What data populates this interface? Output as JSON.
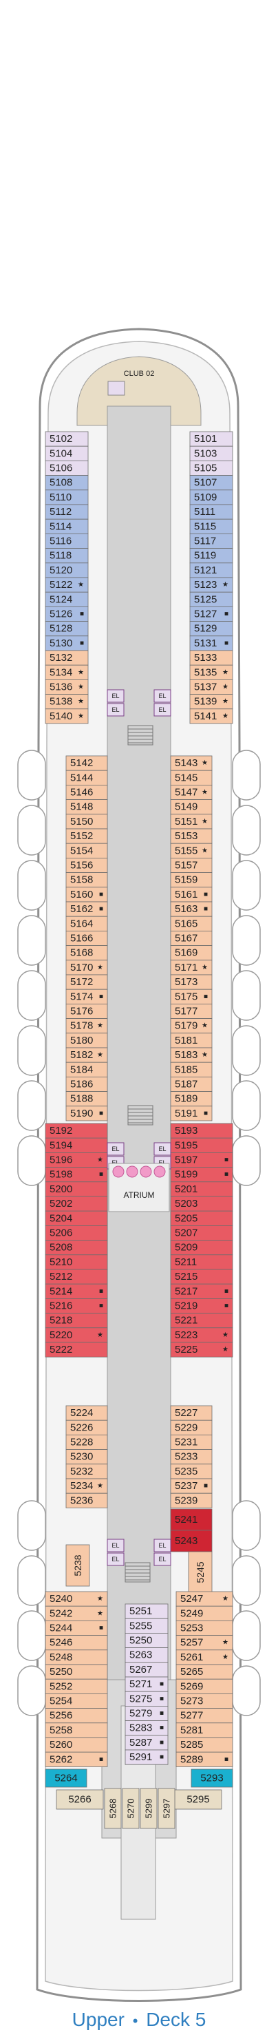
{
  "caption": {
    "left": "Upper",
    "dot": "•",
    "right": "Deck 5"
  },
  "labels": {
    "club": "CLUB 02",
    "atrium": "ATRIUM",
    "elevator": "EL"
  },
  "legend_symbols": {
    "star": "★",
    "square": "■"
  },
  "colors": {
    "blue": "#a9bde3",
    "lavender": "#e7dcef",
    "salmon": "#f7c9a8",
    "red": "#e85a63",
    "crimson": "#cf2533",
    "cyan": "#1ab0cf",
    "teal": "#27b1c4",
    "tan": "#e8ddc6",
    "caption_blue": "#2f7fc0"
  },
  "cabins": {
    "bow_left": [
      {
        "n": "5102",
        "c": "lavender",
        "m": ""
      },
      {
        "n": "5104",
        "c": "lavender",
        "m": ""
      },
      {
        "n": "5106",
        "c": "lavender",
        "m": ""
      },
      {
        "n": "5108",
        "c": "blue",
        "m": ""
      },
      {
        "n": "5110",
        "c": "blue",
        "m": ""
      },
      {
        "n": "5112",
        "c": "blue",
        "m": ""
      },
      {
        "n": "5114",
        "c": "blue",
        "m": ""
      },
      {
        "n": "5116",
        "c": "blue",
        "m": ""
      },
      {
        "n": "5118",
        "c": "blue",
        "m": ""
      },
      {
        "n": "5120",
        "c": "blue",
        "m": ""
      },
      {
        "n": "5122",
        "c": "blue",
        "m": "star"
      },
      {
        "n": "5124",
        "c": "blue",
        "m": ""
      },
      {
        "n": "5126",
        "c": "blue",
        "m": "square"
      },
      {
        "n": "5128",
        "c": "blue",
        "m": ""
      },
      {
        "n": "5130",
        "c": "blue",
        "m": "square"
      },
      {
        "n": "5132",
        "c": "salmon",
        "m": ""
      },
      {
        "n": "5134",
        "c": "salmon",
        "m": "star"
      },
      {
        "n": "5136",
        "c": "salmon",
        "m": "star"
      },
      {
        "n": "5138",
        "c": "salmon",
        "m": "star"
      },
      {
        "n": "5140",
        "c": "salmon",
        "m": "star"
      }
    ],
    "bow_right": [
      {
        "n": "5101",
        "c": "lavender",
        "m": ""
      },
      {
        "n": "5103",
        "c": "lavender",
        "m": ""
      },
      {
        "n": "5105",
        "c": "lavender",
        "m": ""
      },
      {
        "n": "5107",
        "c": "blue",
        "m": ""
      },
      {
        "n": "5109",
        "c": "blue",
        "m": ""
      },
      {
        "n": "5111",
        "c": "blue",
        "m": ""
      },
      {
        "n": "5115",
        "c": "blue",
        "m": ""
      },
      {
        "n": "5117",
        "c": "blue",
        "m": ""
      },
      {
        "n": "5119",
        "c": "blue",
        "m": ""
      },
      {
        "n": "5121",
        "c": "blue",
        "m": ""
      },
      {
        "n": "5123",
        "c": "blue",
        "m": "star"
      },
      {
        "n": "5125",
        "c": "blue",
        "m": ""
      },
      {
        "n": "5127",
        "c": "blue",
        "m": "square"
      },
      {
        "n": "5129",
        "c": "blue",
        "m": ""
      },
      {
        "n": "5131",
        "c": "blue",
        "m": "square"
      },
      {
        "n": "5133",
        "c": "salmon",
        "m": ""
      },
      {
        "n": "5135",
        "c": "salmon",
        "m": "star"
      },
      {
        "n": "5137",
        "c": "salmon",
        "m": "star"
      },
      {
        "n": "5139",
        "c": "salmon",
        "m": "star"
      },
      {
        "n": "5141",
        "c": "salmon",
        "m": "star"
      }
    ],
    "fwd_left": [
      {
        "n": "5142",
        "c": "salmon",
        "m": ""
      },
      {
        "n": "5144",
        "c": "salmon",
        "m": ""
      },
      {
        "n": "5146",
        "c": "salmon",
        "m": ""
      },
      {
        "n": "5148",
        "c": "salmon",
        "m": ""
      },
      {
        "n": "5150",
        "c": "salmon",
        "m": ""
      },
      {
        "n": "5152",
        "c": "salmon",
        "m": ""
      },
      {
        "n": "5154",
        "c": "salmon",
        "m": ""
      },
      {
        "n": "5156",
        "c": "salmon",
        "m": ""
      },
      {
        "n": "5158",
        "c": "salmon",
        "m": ""
      },
      {
        "n": "5160",
        "c": "salmon",
        "m": "square"
      },
      {
        "n": "5162",
        "c": "salmon",
        "m": "square"
      },
      {
        "n": "5164",
        "c": "salmon",
        "m": ""
      },
      {
        "n": "5166",
        "c": "salmon",
        "m": ""
      },
      {
        "n": "5168",
        "c": "salmon",
        "m": ""
      },
      {
        "n": "5170",
        "c": "salmon",
        "m": "star"
      },
      {
        "n": "5172",
        "c": "salmon",
        "m": ""
      },
      {
        "n": "5174",
        "c": "salmon",
        "m": "square"
      },
      {
        "n": "5176",
        "c": "salmon",
        "m": ""
      },
      {
        "n": "5178",
        "c": "salmon",
        "m": "star"
      },
      {
        "n": "5180",
        "c": "salmon",
        "m": ""
      },
      {
        "n": "5182",
        "c": "salmon",
        "m": "star"
      },
      {
        "n": "5184",
        "c": "salmon",
        "m": ""
      },
      {
        "n": "5186",
        "c": "salmon",
        "m": ""
      },
      {
        "n": "5188",
        "c": "salmon",
        "m": ""
      },
      {
        "n": "5190",
        "c": "salmon",
        "m": "square"
      }
    ],
    "fwd_right": [
      {
        "n": "5143",
        "c": "salmon",
        "m": "star"
      },
      {
        "n": "5145",
        "c": "salmon",
        "m": ""
      },
      {
        "n": "5147",
        "c": "salmon",
        "m": "star"
      },
      {
        "n": "5149",
        "c": "salmon",
        "m": ""
      },
      {
        "n": "5151",
        "c": "salmon",
        "m": "star"
      },
      {
        "n": "5153",
        "c": "salmon",
        "m": ""
      },
      {
        "n": "5155",
        "c": "salmon",
        "m": "star"
      },
      {
        "n": "5157",
        "c": "salmon",
        "m": ""
      },
      {
        "n": "5159",
        "c": "salmon",
        "m": ""
      },
      {
        "n": "5161",
        "c": "salmon",
        "m": "square"
      },
      {
        "n": "5163",
        "c": "salmon",
        "m": "square"
      },
      {
        "n": "5165",
        "c": "salmon",
        "m": ""
      },
      {
        "n": "5167",
        "c": "salmon",
        "m": ""
      },
      {
        "n": "5169",
        "c": "salmon",
        "m": ""
      },
      {
        "n": "5171",
        "c": "salmon",
        "m": "star"
      },
      {
        "n": "5173",
        "c": "salmon",
        "m": ""
      },
      {
        "n": "5175",
        "c": "salmon",
        "m": "square"
      },
      {
        "n": "5177",
        "c": "salmon",
        "m": ""
      },
      {
        "n": "5179",
        "c": "salmon",
        "m": "star"
      },
      {
        "n": "5181",
        "c": "salmon",
        "m": ""
      },
      {
        "n": "5183",
        "c": "salmon",
        "m": "star"
      },
      {
        "n": "5185",
        "c": "salmon",
        "m": ""
      },
      {
        "n": "5187",
        "c": "salmon",
        "m": ""
      },
      {
        "n": "5189",
        "c": "salmon",
        "m": ""
      },
      {
        "n": "5191",
        "c": "salmon",
        "m": "square"
      }
    ],
    "mid_left": [
      {
        "n": "5192",
        "c": "red",
        "m": ""
      },
      {
        "n": "5194",
        "c": "red",
        "m": ""
      },
      {
        "n": "5196",
        "c": "red",
        "m": "star"
      },
      {
        "n": "5198",
        "c": "red",
        "m": "square"
      },
      {
        "n": "5200",
        "c": "red",
        "m": ""
      },
      {
        "n": "5202",
        "c": "red",
        "m": ""
      },
      {
        "n": "5204",
        "c": "red",
        "m": ""
      },
      {
        "n": "5206",
        "c": "red",
        "m": ""
      },
      {
        "n": "5208",
        "c": "red",
        "m": ""
      },
      {
        "n": "5210",
        "c": "red",
        "m": ""
      },
      {
        "n": "5212",
        "c": "red",
        "m": ""
      },
      {
        "n": "5214",
        "c": "red",
        "m": "square"
      },
      {
        "n": "5216",
        "c": "red",
        "m": "square"
      },
      {
        "n": "5218",
        "c": "red",
        "m": ""
      },
      {
        "n": "5220",
        "c": "red",
        "m": "star"
      },
      {
        "n": "5222",
        "c": "red",
        "m": ""
      }
    ],
    "mid_right": [
      {
        "n": "5193",
        "c": "red",
        "m": ""
      },
      {
        "n": "5195",
        "c": "red",
        "m": ""
      },
      {
        "n": "5197",
        "c": "red",
        "m": "square"
      },
      {
        "n": "5199",
        "c": "red",
        "m": "square"
      },
      {
        "n": "5201",
        "c": "red",
        "m": ""
      },
      {
        "n": "5203",
        "c": "red",
        "m": ""
      },
      {
        "n": "5205",
        "c": "red",
        "m": ""
      },
      {
        "n": "5207",
        "c": "red",
        "m": ""
      },
      {
        "n": "5209",
        "c": "red",
        "m": ""
      },
      {
        "n": "5211",
        "c": "red",
        "m": ""
      },
      {
        "n": "5215",
        "c": "red",
        "m": ""
      },
      {
        "n": "5217",
        "c": "red",
        "m": "square"
      },
      {
        "n": "5219",
        "c": "red",
        "m": "square"
      },
      {
        "n": "5221",
        "c": "red",
        "m": ""
      },
      {
        "n": "5223",
        "c": "red",
        "m": "star"
      },
      {
        "n": "5225",
        "c": "red",
        "m": "star"
      }
    ],
    "aft1_left": [
      {
        "n": "5224",
        "c": "salmon",
        "m": ""
      },
      {
        "n": "5226",
        "c": "salmon",
        "m": ""
      },
      {
        "n": "5228",
        "c": "salmon",
        "m": ""
      },
      {
        "n": "5230",
        "c": "salmon",
        "m": ""
      },
      {
        "n": "5232",
        "c": "salmon",
        "m": ""
      },
      {
        "n": "5234",
        "c": "salmon",
        "m": "star"
      },
      {
        "n": "5236",
        "c": "salmon",
        "m": ""
      }
    ],
    "aft1_right": [
      {
        "n": "5227",
        "c": "salmon",
        "m": ""
      },
      {
        "n": "5229",
        "c": "salmon",
        "m": ""
      },
      {
        "n": "5231",
        "c": "salmon",
        "m": ""
      },
      {
        "n": "5233",
        "c": "salmon",
        "m": ""
      },
      {
        "n": "5235",
        "c": "salmon",
        "m": ""
      },
      {
        "n": "5237",
        "c": "salmon",
        "m": "square"
      },
      {
        "n": "5239",
        "c": "salmon",
        "m": ""
      }
    ],
    "crimson_right": [
      {
        "n": "5241",
        "c": "crimson",
        "m": ""
      },
      {
        "n": "5243",
        "c": "crimson",
        "m": ""
      }
    ],
    "vertical_mid": [
      {
        "n": "5238",
        "c": "salmon"
      },
      {
        "n": "5245",
        "c": "salmon"
      }
    ],
    "aft2_left": [
      {
        "n": "5240",
        "c": "salmon",
        "m": "star"
      },
      {
        "n": "5242",
        "c": "salmon",
        "m": "star"
      },
      {
        "n": "5244",
        "c": "salmon",
        "m": "square"
      },
      {
        "n": "5246",
        "c": "salmon",
        "m": ""
      },
      {
        "n": "5248",
        "c": "salmon",
        "m": ""
      },
      {
        "n": "5250",
        "c": "salmon",
        "m": ""
      },
      {
        "n": "5252",
        "c": "salmon",
        "m": ""
      },
      {
        "n": "5254",
        "c": "salmon",
        "m": ""
      },
      {
        "n": "5256",
        "c": "salmon",
        "m": ""
      },
      {
        "n": "5258",
        "c": "salmon",
        "m": ""
      },
      {
        "n": "5260",
        "c": "salmon",
        "m": ""
      },
      {
        "n": "5262",
        "c": "salmon",
        "m": "square"
      }
    ],
    "aft2_right": [
      {
        "n": "5247",
        "c": "salmon",
        "m": "star"
      },
      {
        "n": "5249",
        "c": "salmon",
        "m": ""
      },
      {
        "n": "5253",
        "c": "salmon",
        "m": ""
      },
      {
        "n": "5257",
        "c": "salmon",
        "m": "star"
      },
      {
        "n": "5261",
        "c": "salmon",
        "m": "star"
      },
      {
        "n": "5265",
        "c": "salmon",
        "m": ""
      },
      {
        "n": "5269",
        "c": "salmon",
        "m": ""
      },
      {
        "n": "5273",
        "c": "salmon",
        "m": ""
      },
      {
        "n": "5277",
        "c": "salmon",
        "m": ""
      },
      {
        "n": "5281",
        "c": "salmon",
        "m": ""
      },
      {
        "n": "5285",
        "c": "salmon",
        "m": ""
      },
      {
        "n": "5289",
        "c": "salmon",
        "m": "square"
      }
    ],
    "inner_aft": [
      {
        "n": "5251",
        "c": "lavender",
        "m": ""
      },
      {
        "n": "5255",
        "c": "lavender",
        "m": ""
      },
      {
        "n": "5250",
        "c": "lavender",
        "m": ""
      },
      {
        "n": "5263",
        "c": "lavender",
        "m": ""
      },
      {
        "n": "5267",
        "c": "lavender",
        "m": ""
      },
      {
        "n": "5271",
        "c": "lavender",
        "m": "square"
      },
      {
        "n": "5275",
        "c": "lavender",
        "m": "square"
      },
      {
        "n": "5279",
        "c": "lavender",
        "m": "square"
      },
      {
        "n": "5283",
        "c": "lavender",
        "m": "square"
      },
      {
        "n": "5287",
        "c": "lavender",
        "m": "square"
      },
      {
        "n": "5291",
        "c": "lavender",
        "m": "square"
      }
    ],
    "stern_suites": [
      {
        "n": "5264",
        "c": "cyan"
      },
      {
        "n": "5293",
        "c": "cyan"
      }
    ],
    "stern_left": {
      "n": "5266",
      "c": "tan"
    },
    "stern_right": {
      "n": "5295",
      "c": "tan"
    },
    "stern_vertical": [
      {
        "n": "5268",
        "c": "tan"
      },
      {
        "n": "5270",
        "c": "tan"
      },
      {
        "n": "5299",
        "c": "tan"
      },
      {
        "n": "5297",
        "c": "tan"
      }
    ]
  }
}
